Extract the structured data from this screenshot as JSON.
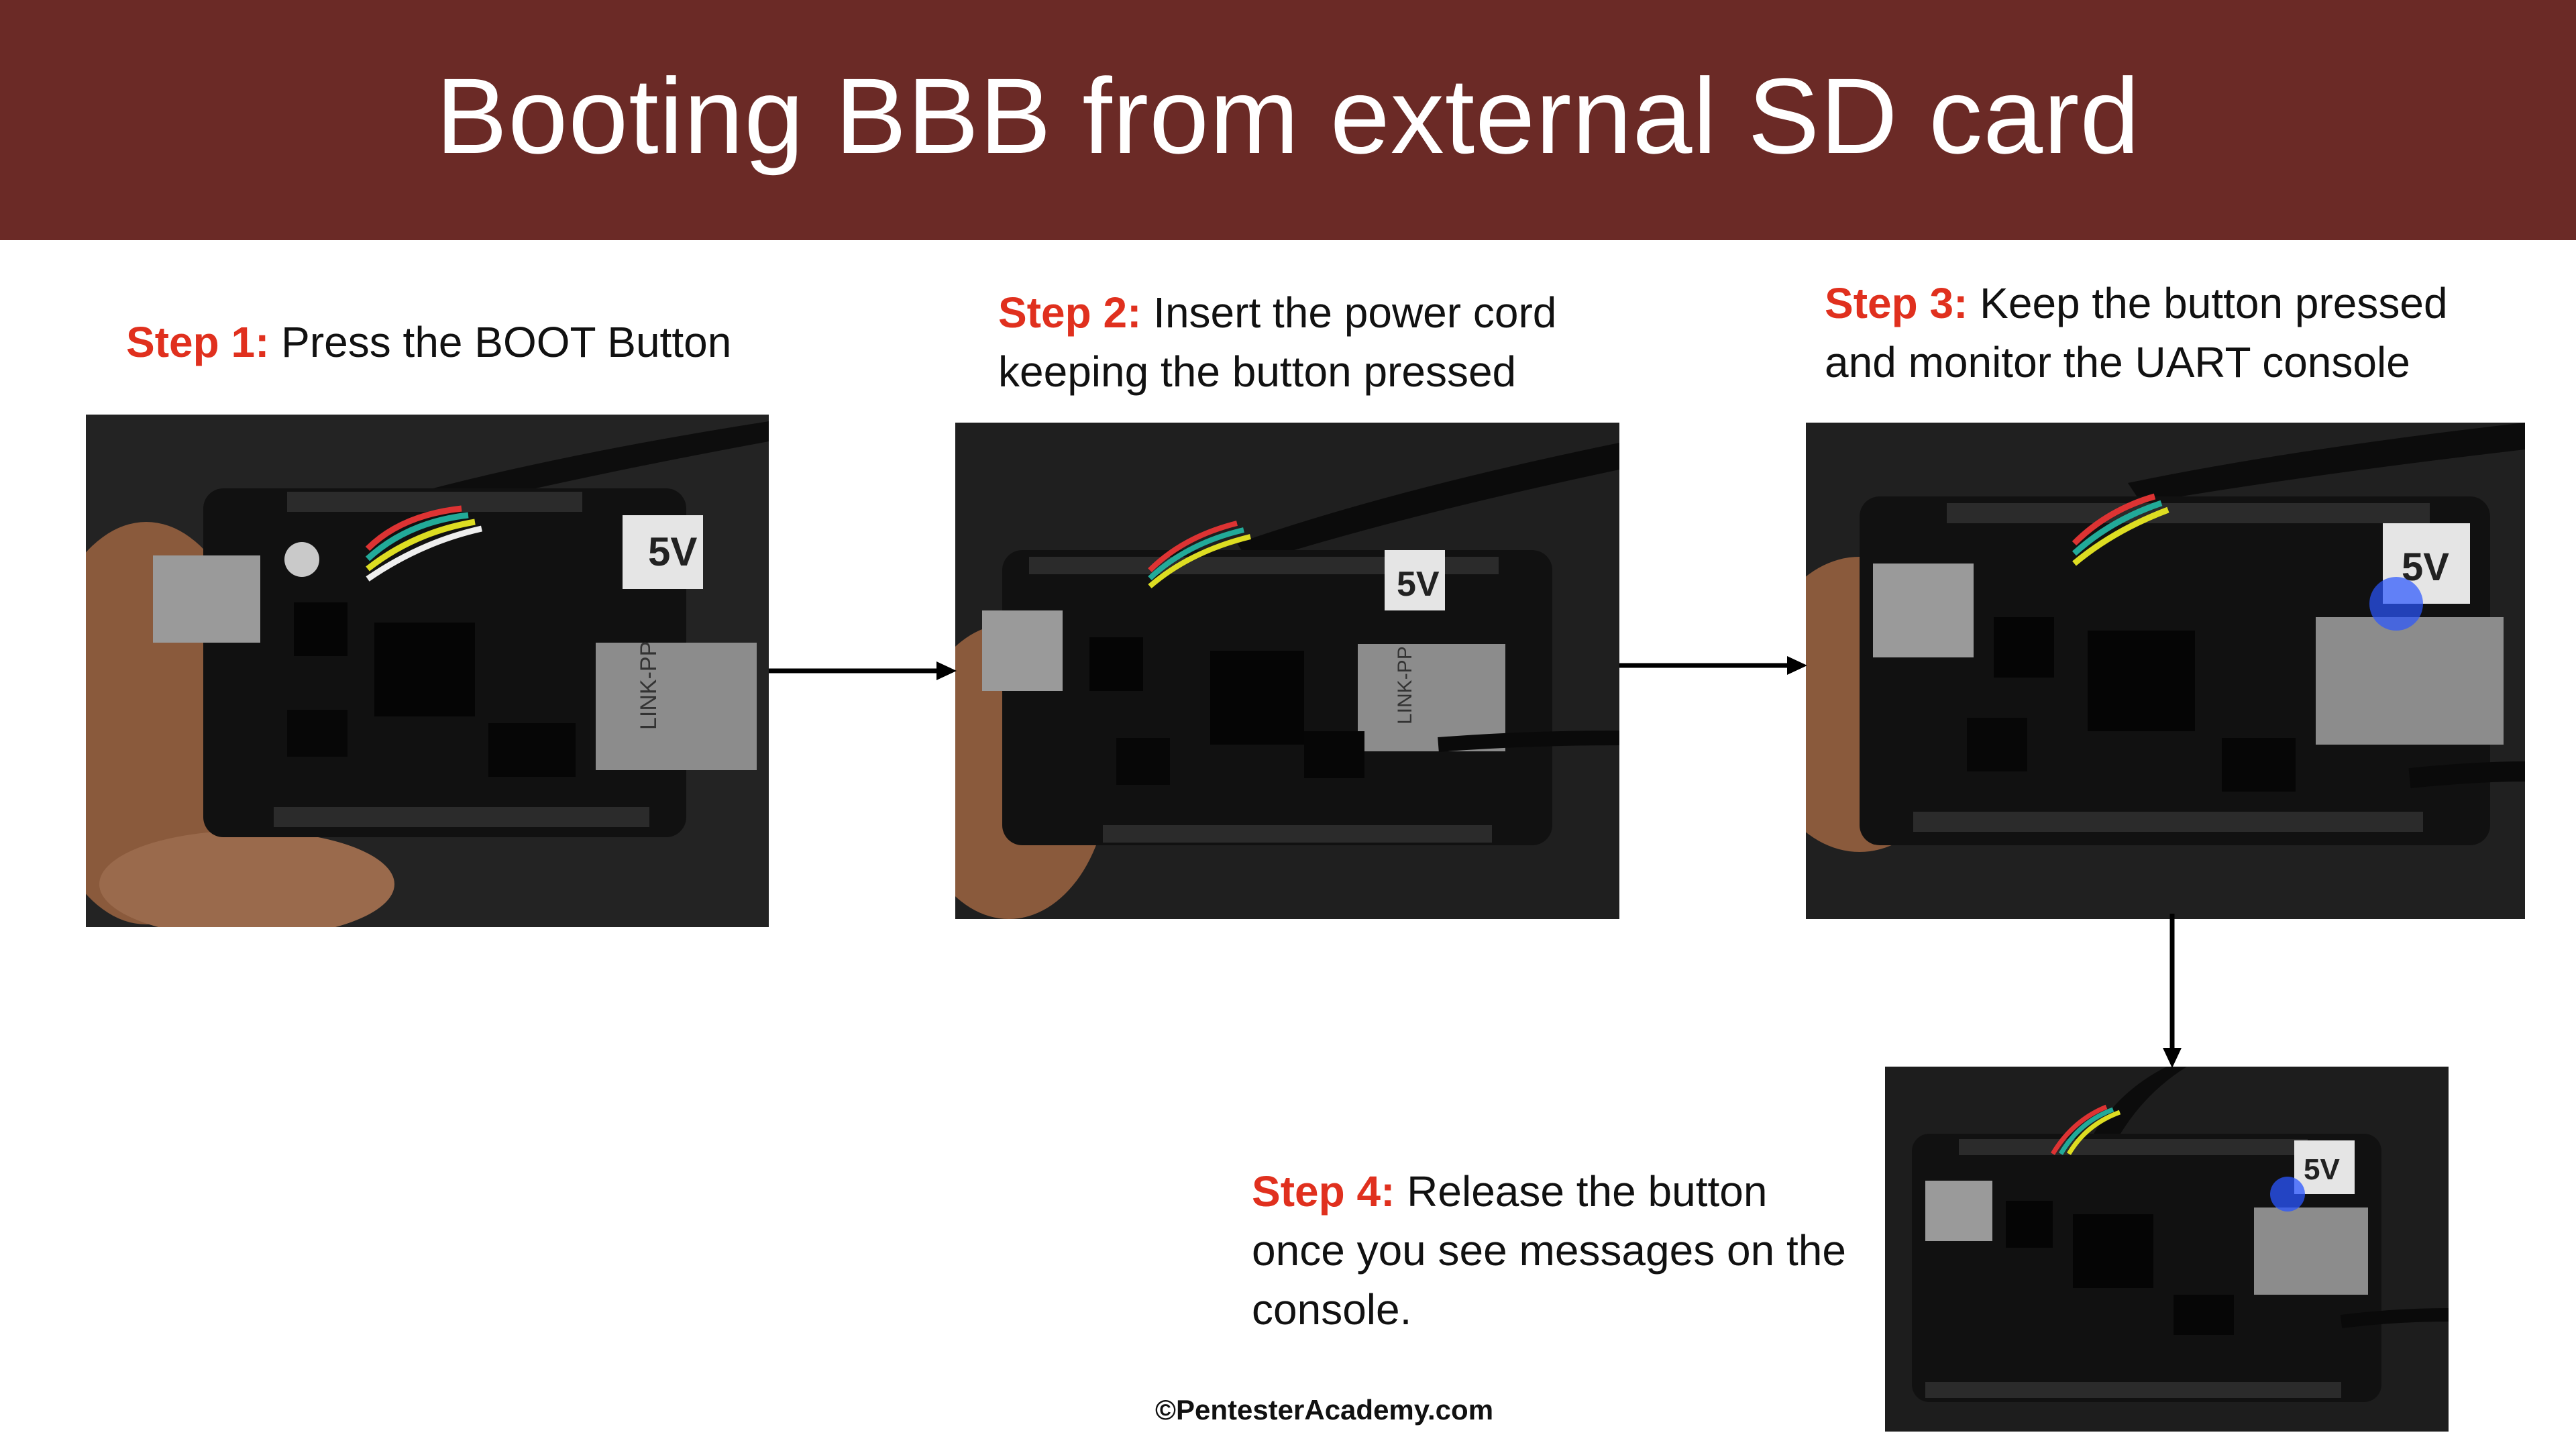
{
  "slide": {
    "title": "Booting BBB from external SD card",
    "footer": "©PentesterAcademy.com"
  },
  "steps": [
    {
      "label": "Step 1:",
      "lines": [
        "Press the BOOT Button"
      ]
    },
    {
      "label": "Step 2:",
      "lines": [
        "Insert the power cord",
        "keeping the button pressed"
      ]
    },
    {
      "label": "Step 3:",
      "lines": [
        "Keep the button pressed",
        "and monitor the UART console"
      ]
    },
    {
      "label": "Step 4:",
      "lines": [
        "Release the button",
        "once you see messages on the",
        "console."
      ]
    }
  ],
  "photos": [
    {
      "name": "BeagleBone Black held with finger on boot button",
      "board_text": [
        "5V",
        "LINK-PP"
      ]
    },
    {
      "name": "BeagleBone Black with power cord inserted",
      "board_text": [
        "5V",
        "LINK-PP"
      ]
    },
    {
      "name": "BeagleBone Black powered with blue LED",
      "board_text": [
        "5V"
      ]
    },
    {
      "name": "BeagleBone Black on table after button released",
      "board_text": [
        "5V"
      ]
    }
  ],
  "colors": {
    "title_bar": "#6b2a26",
    "step_label": "#e0301e",
    "body_text": "#111111"
  }
}
